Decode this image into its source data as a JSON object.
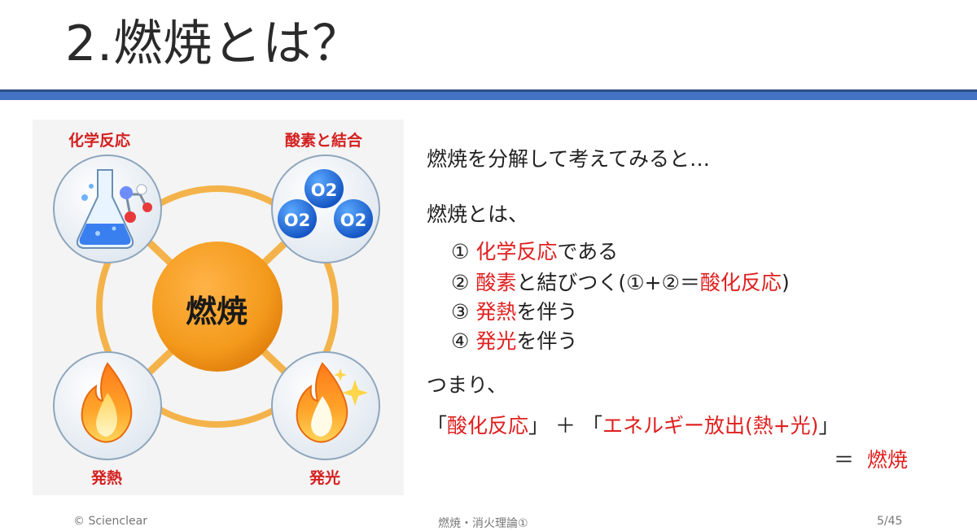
{
  "slide": {
    "title": "2.燃焼とは？"
  },
  "diagram": {
    "center": "燃焼",
    "nodes": {
      "top_left": "化学反応",
      "top_right": "酸素と結合",
      "bottom_left": "発熱",
      "bottom_right": "発光"
    },
    "oxygen_label": "O2",
    "colors": {
      "center": "#f39a1c",
      "ring": "#f4b34a",
      "label": "#d42020"
    }
  },
  "content": {
    "intro": "燃焼を分解して考えてみると…",
    "definition_lead": "燃焼とは、",
    "items": [
      {
        "num": "①",
        "highlight": "化学反応",
        "rest": "である"
      },
      {
        "num": "②",
        "highlight": "酸素",
        "rest_a": "と結びつく(①+②＝",
        "highlight_b": "酸化反応",
        "rest_b": ")"
      },
      {
        "num": "③",
        "highlight": "発熱",
        "rest": "を伴う"
      },
      {
        "num": "④",
        "highlight": "発光",
        "rest": "を伴う"
      }
    ],
    "summary_lead": "つまり、",
    "equation": {
      "open1": "「",
      "term1": "酸化反応",
      "close1": "」",
      "plus": "＋",
      "open2": "「",
      "term2": "エネルギー放出(熱+光)",
      "close2": "」",
      "equals": "＝",
      "result": "燃焼"
    }
  },
  "footer": {
    "copyright": "© Scienclear",
    "course": "燃焼・消火理論①",
    "page": "5/45"
  }
}
